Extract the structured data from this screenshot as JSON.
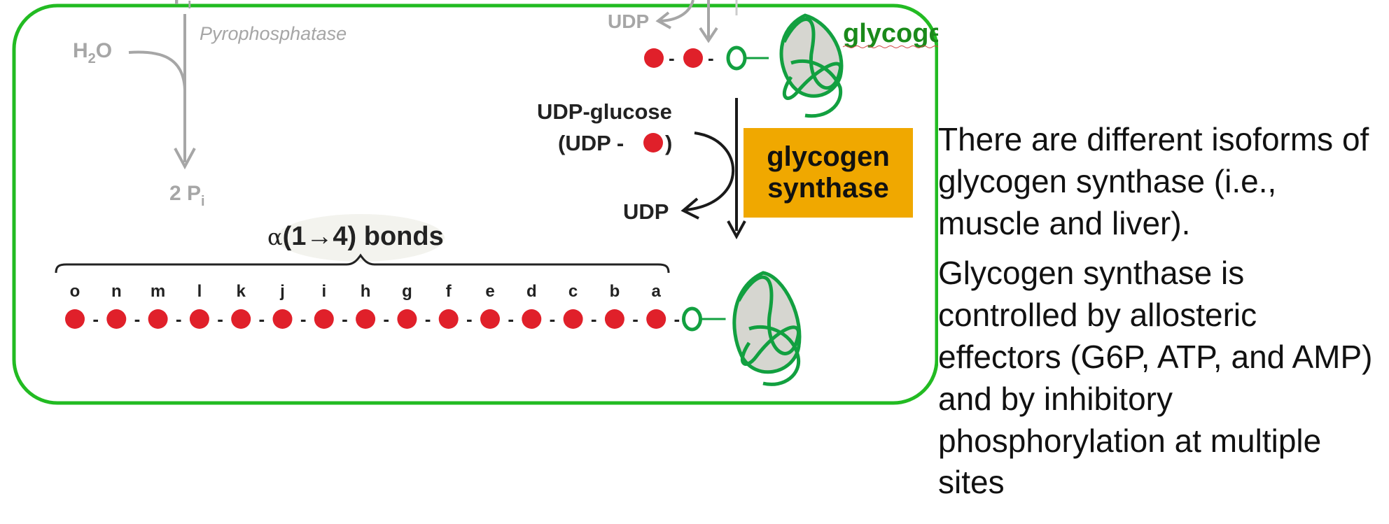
{
  "diagram": {
    "top_pi_label": "P",
    "top_pi_sub": "i",
    "h2o": {
      "h": "H",
      "sub": "2",
      "o": "O"
    },
    "pyrophosphatase": "Pyrophosphatase",
    "two_pi": {
      "main": "2 P",
      "sub": "i"
    },
    "top_udp": "UDP",
    "glycogenin_label": "glycogenin",
    "udp_glucose_line1": "UDP-glucose",
    "udp_glucose_line2_open": "(UDP - ",
    "udp_glucose_line2_close": ")",
    "udp_out": "UDP",
    "enzyme": "glycogen synthase",
    "bonds_alpha": "α",
    "bonds_label": "(1→4) bonds",
    "residue_letters": [
      "o",
      "n",
      "m",
      "l",
      "k",
      "j",
      "i",
      "h",
      "g",
      "f",
      "e",
      "d",
      "c",
      "b",
      "a"
    ],
    "linker_o": "O"
  },
  "notes": {
    "paragraph1": "There are different isoforms of glycogen synthase (i.e., muscle and liver).",
    "paragraph2": "Glycogen synthase is controlled by allosteric effectors (G6P, ATP, and AMP) and by inhibitory phosphorylation at multiple sites"
  },
  "colors": {
    "frame": "#22bb22",
    "glucose": "#e0202a",
    "glycogenin": "#12a040",
    "enzyme_box": "#f0a800",
    "gray_text": "#a6a6a6"
  }
}
